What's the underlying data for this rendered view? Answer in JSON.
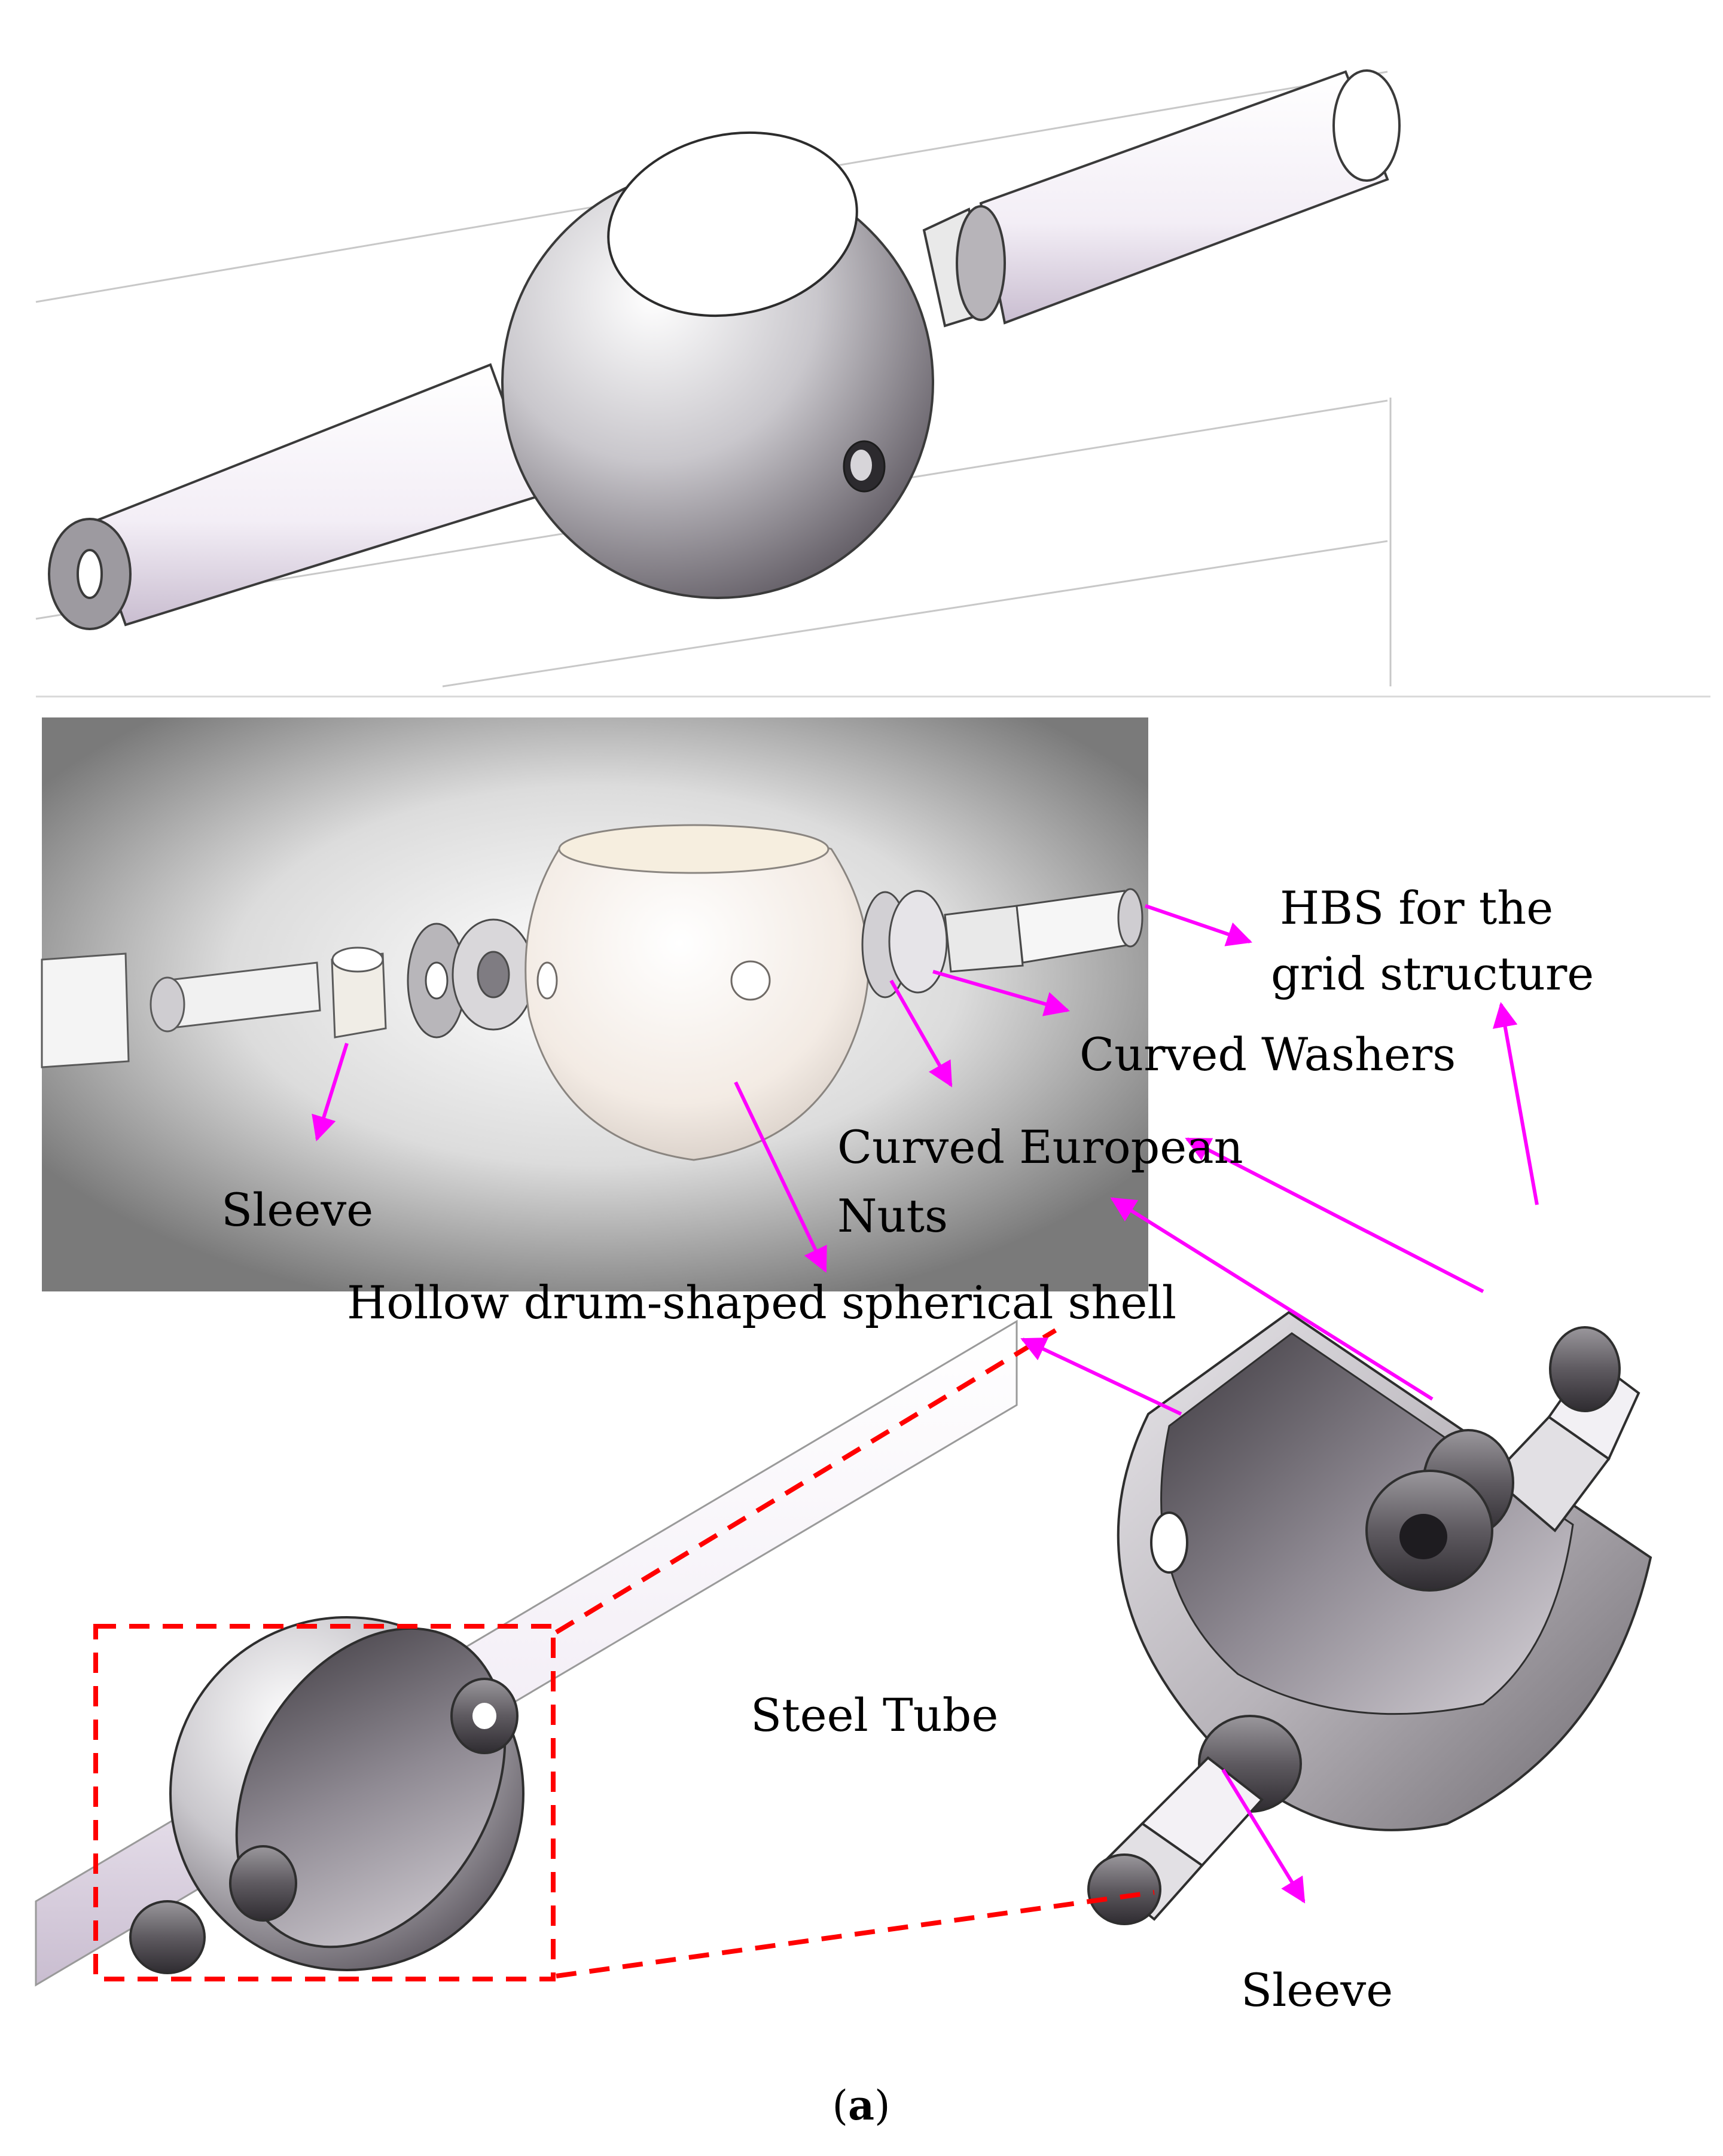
{
  "labels": {
    "hbs_line1": "HBS for the",
    "hbs_line2": "grid structure",
    "washers": "Curved Washers",
    "nuts_line1": "Curved European",
    "nuts_line2": "Nuts",
    "sleeve_top": "Sleeve",
    "shell": "Hollow drum-shaped spherical shell",
    "steel_tube": "Steel Tube",
    "sleeve_bottom": "Sleeve"
  },
  "caption": {
    "prefix": "(",
    "letter": "a",
    "suffix": ")"
  },
  "colors": {
    "arrow": "#ff00ff",
    "callout": "#ff0000"
  }
}
